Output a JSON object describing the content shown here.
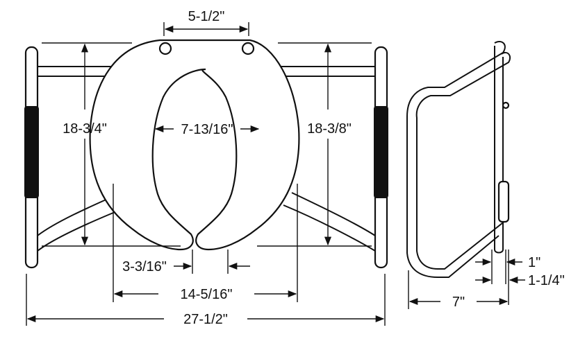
{
  "diagram": {
    "labels": {
      "seat_hinge_width": "5-1/2\"",
      "left_height": "18-3/4\"",
      "opening_width": "7-13/16\"",
      "right_height": "18-3/8\"",
      "front_gap": "3-3/16\"",
      "leg_spacing": "14-5/16\"",
      "overall_width": "27-1/2\"",
      "side_offset_1": "1\"",
      "side_offset_2": "1-1/4\"",
      "side_depth": "7\""
    },
    "colors": {
      "stroke": "#111111",
      "background": "#ffffff"
    }
  }
}
